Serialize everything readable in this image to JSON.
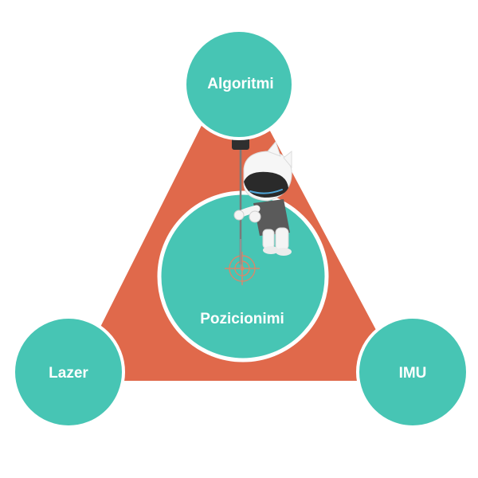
{
  "diagram": {
    "center": {
      "label": "Pozicionimi"
    },
    "nodes": {
      "top": {
        "label": "Algoritmi"
      },
      "left": {
        "label": "Lazer"
      },
      "right": {
        "label": "IMU"
      }
    }
  },
  "colors": {
    "triangle": "#e0694b",
    "circle_fill": "#47c5b4",
    "circle_ring": "#ffffff",
    "target": "#d9886b",
    "robot_body": "#f4f4f4",
    "robot_visor": "#2a2a2a",
    "robot_visor_glow": "#4fa6d9",
    "robot_shirt": "#5a5a5a"
  }
}
